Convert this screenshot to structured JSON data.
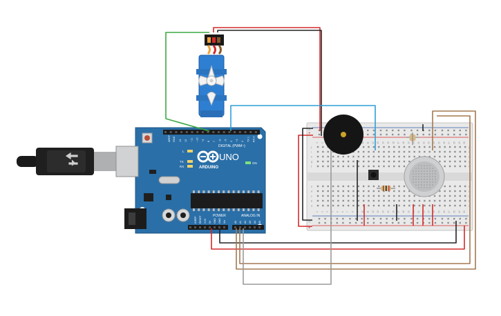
{
  "arduino": {
    "logo_text": "ARDUINO",
    "model": "UNO",
    "digital_label": "DIGITAL (PWM~)",
    "power_label": "POWER",
    "analog_label": "ANALOG IN",
    "aref_label": "AREF",
    "gnd_label": "GND",
    "on_label": "ON",
    "tx_label": "TX",
    "rx_label": "RX",
    "l_label": "L",
    "digital_pins": [
      "13",
      "12",
      "~11",
      "~10",
      "~9",
      "8",
      "7",
      "~6",
      "~5",
      "4",
      "~3",
      "2",
      "TX 1",
      "RX 0"
    ],
    "power_pins": [
      "IOREF",
      "RESET",
      "3.3V",
      "5V",
      "GND",
      "GND",
      "Vin"
    ],
    "analog_pins": [
      "A0",
      "A1",
      "A2",
      "A3",
      "A4",
      "A5"
    ]
  },
  "breadboard": {
    "column_numbers": [
      "1",
      "2",
      "3",
      "4",
      "5",
      "6",
      "7",
      "8",
      "9",
      "10",
      "11",
      "12",
      "13",
      "14",
      "15",
      "16",
      "17",
      "18",
      "19",
      "20",
      "21",
      "22",
      "23",
      "24",
      "25",
      "26",
      "27",
      "28",
      "29",
      "30"
    ],
    "row_letters_top": [
      "j",
      "i",
      "h",
      "g",
      "f"
    ],
    "row_letters_bottom": [
      "e",
      "d",
      "c",
      "b",
      "a"
    ],
    "plus_symbol": "+",
    "minus_symbol": "−"
  },
  "colors": {
    "board": "#2a6fa8",
    "board_dark": "#1f5686",
    "wire_green": "#3aa843",
    "wire_red": "#d42a2a",
    "wire_black": "#222222",
    "wire_blue": "#2b9fd6",
    "wire_brown": "#a37850",
    "wire_gray": "#9a9a9a",
    "servo_blue": "#2e7fd1",
    "breadboard": "#e9e9e9"
  }
}
